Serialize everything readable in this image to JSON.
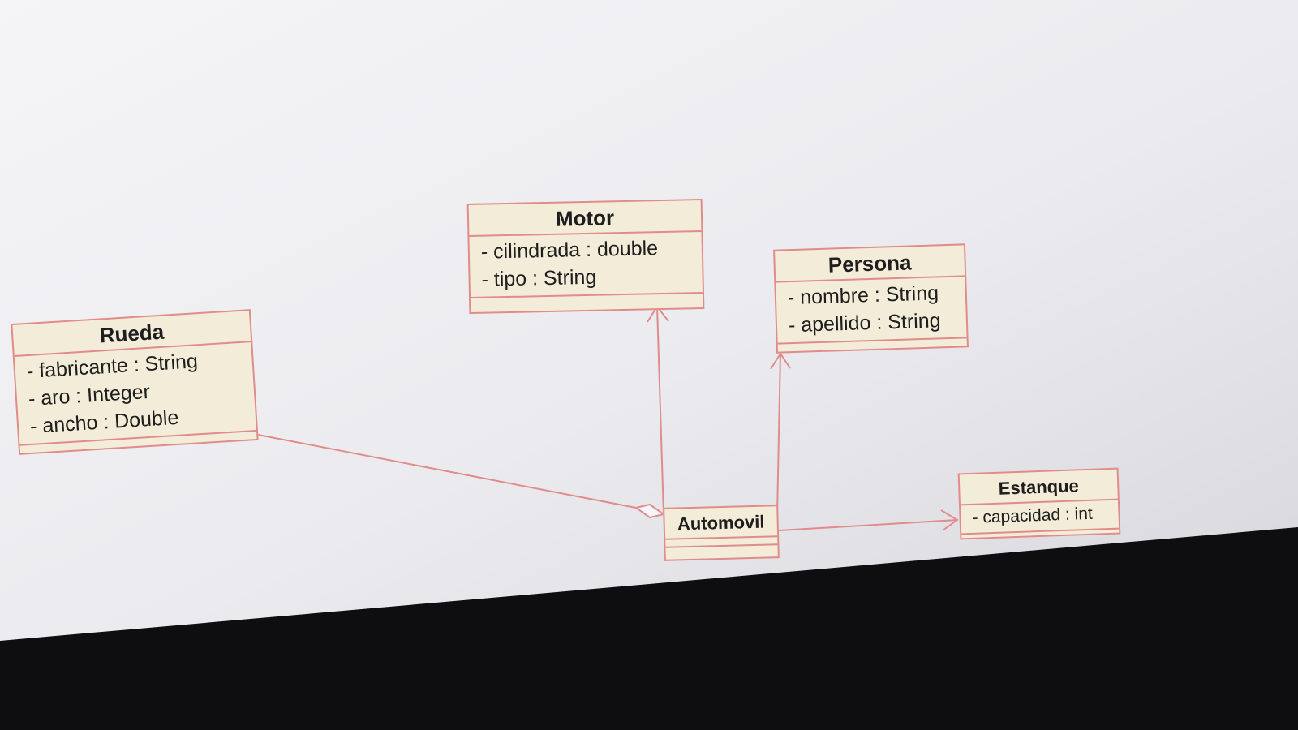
{
  "classes": {
    "motor": {
      "name": "Motor",
      "attributes": [
        "- cilindrada : double",
        "- tipo : String"
      ]
    },
    "persona": {
      "name": "Persona",
      "attributes": [
        "- nombre : String",
        "- apellido : String"
      ]
    },
    "rueda": {
      "name": "Rueda",
      "attributes": [
        "- fabricante : String",
        "- aro : Integer",
        "- ancho : Double"
      ]
    },
    "estanque": {
      "name": "Estanque",
      "attributes": [
        "- capacidad : int"
      ]
    },
    "automovil": {
      "name": "Automovil",
      "attributes": []
    }
  },
  "relationships": [
    {
      "from": "Automovil",
      "to": "Motor",
      "type": "association"
    },
    {
      "from": "Automovil",
      "to": "Persona",
      "type": "association"
    },
    {
      "from": "Automovil",
      "to": "Estanque",
      "type": "association"
    },
    {
      "from": "Automovil",
      "to": "Rueda",
      "type": "aggregation"
    }
  ],
  "colors": {
    "screen_light": "#f6f6f8",
    "screen_shadow": "#c9c9cf",
    "class_fill": "#f3ecd8",
    "class_border": "#e08c8c",
    "connector": "#e08c8c",
    "bezel": "#0e0e10"
  }
}
